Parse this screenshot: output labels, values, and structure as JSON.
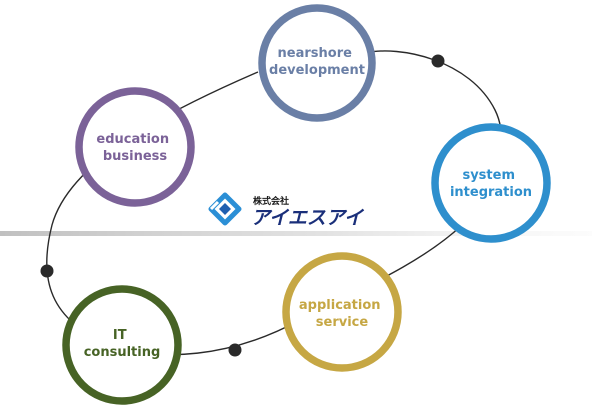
{
  "logo": {
    "company_type": "株式会社",
    "company_name": "アイエスアイ",
    "icon_colors": [
      "#2b8fd6",
      "#1f5fb0"
    ],
    "text_color": "#1a2f7a"
  },
  "connector_color": "#2a2a2a",
  "nodes": [
    {
      "id": "nearshore",
      "lines": [
        "nearshore",
        "development"
      ],
      "color": "#6a7fa6"
    },
    {
      "id": "education",
      "lines": [
        "education",
        "business"
      ],
      "color": "#7b6298"
    },
    {
      "id": "system",
      "lines": [
        "system",
        "integration"
      ],
      "color": "#2e8fcd"
    },
    {
      "id": "application",
      "lines": [
        "application",
        "service"
      ],
      "color": "#c6a744"
    },
    {
      "id": "it-consulting",
      "lines": [
        "IT",
        "consulting"
      ],
      "color": "#476325"
    }
  ]
}
